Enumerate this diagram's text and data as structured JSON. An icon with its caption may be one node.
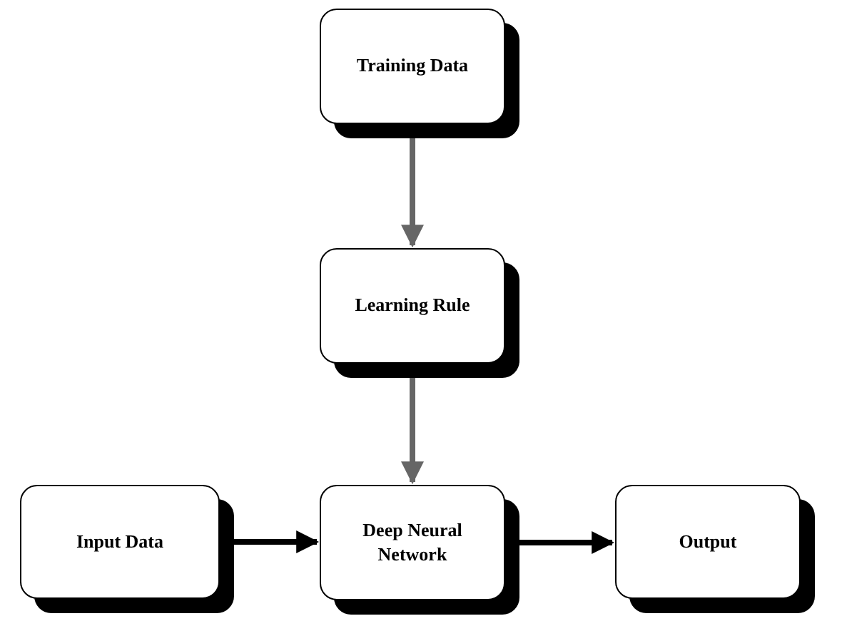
{
  "diagram": {
    "nodes": [
      {
        "text": [
          "Training Data"
        ]
      },
      {
        "text": [
          "Learning Rule"
        ]
      },
      {
        "text": [
          "Input Data"
        ]
      },
      {
        "text": [
          "Deep Neural Network"
        ]
      },
      {
        "text": [
          "Output"
        ]
      }
    ],
    "edges": [
      {
        "from": 0,
        "to": 1,
        "arrow": "to",
        "color": "#666666"
      },
      {
        "from": 1,
        "to": 3,
        "arrow": "to",
        "color": "#666666"
      },
      {
        "from": 2,
        "to": 3,
        "arrow": "to",
        "color": "#000000"
      },
      {
        "from": 3,
        "to": 4,
        "arrow": "to",
        "color": "#000000"
      }
    ]
  }
}
